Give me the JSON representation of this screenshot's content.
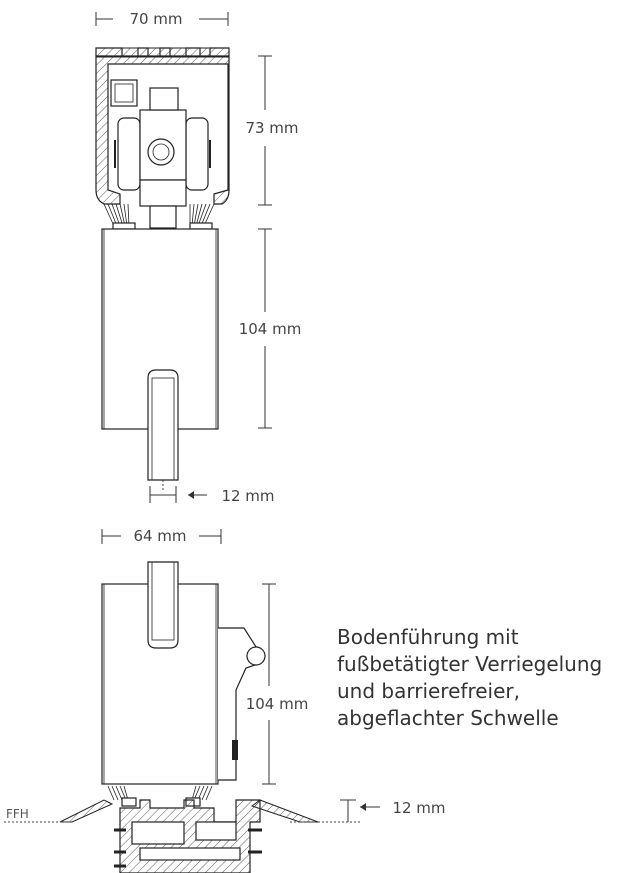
{
  "dimensions": {
    "top_width": "70 mm",
    "top_height": "73 mm",
    "upper_body_height": "104 mm",
    "upper_pin_width": "12 mm",
    "lower_width": "64 mm",
    "lower_body_height": "104 mm",
    "threshold_height": "12 mm"
  },
  "floor_label": "FFH",
  "caption": {
    "line1": "Bodenführung mit",
    "line2": "fußbetätigter Verriegelung",
    "line3": "und barrierefreier,",
    "line4": "abgeflachter Schwelle"
  }
}
